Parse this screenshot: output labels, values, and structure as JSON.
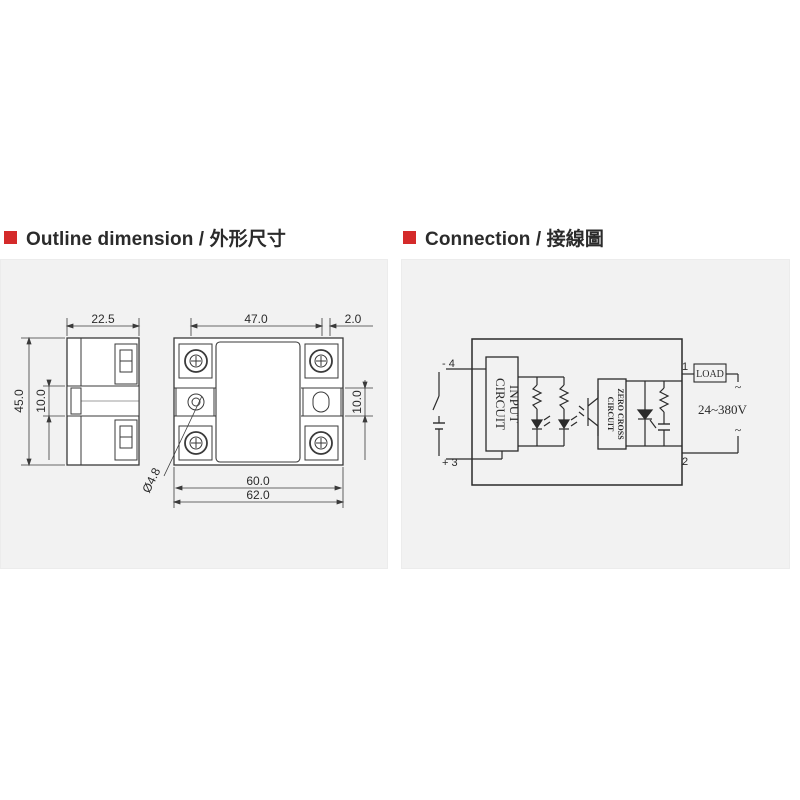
{
  "colors": {
    "accent": "#d42a2a",
    "panel_bg": "#f2f2f2",
    "line": "#3a3a3a"
  },
  "outline": {
    "title": "Outline dimension / 外形尺寸",
    "dims": {
      "side_width": "22.5",
      "height": "45.0",
      "slot": "10.0",
      "body_width": "47.0",
      "edge": "2.0",
      "right_slot": "10.0",
      "hole_pitch": "60.0",
      "overall": "62.0",
      "hole_dia": "Ø4.8"
    }
  },
  "connection": {
    "title": "Connection / 接線圖",
    "terminals": {
      "t4": "- 4",
      "t3": "+ 3",
      "t1": "1",
      "t2": "2"
    },
    "input_circuit": [
      "INPUT",
      "CIRCUIT"
    ],
    "zero_cross": [
      "ZERO CROSS",
      "CIRCUIT"
    ],
    "load": "LOAD",
    "voltage": "24~380V",
    "ac_symbol": "~"
  }
}
